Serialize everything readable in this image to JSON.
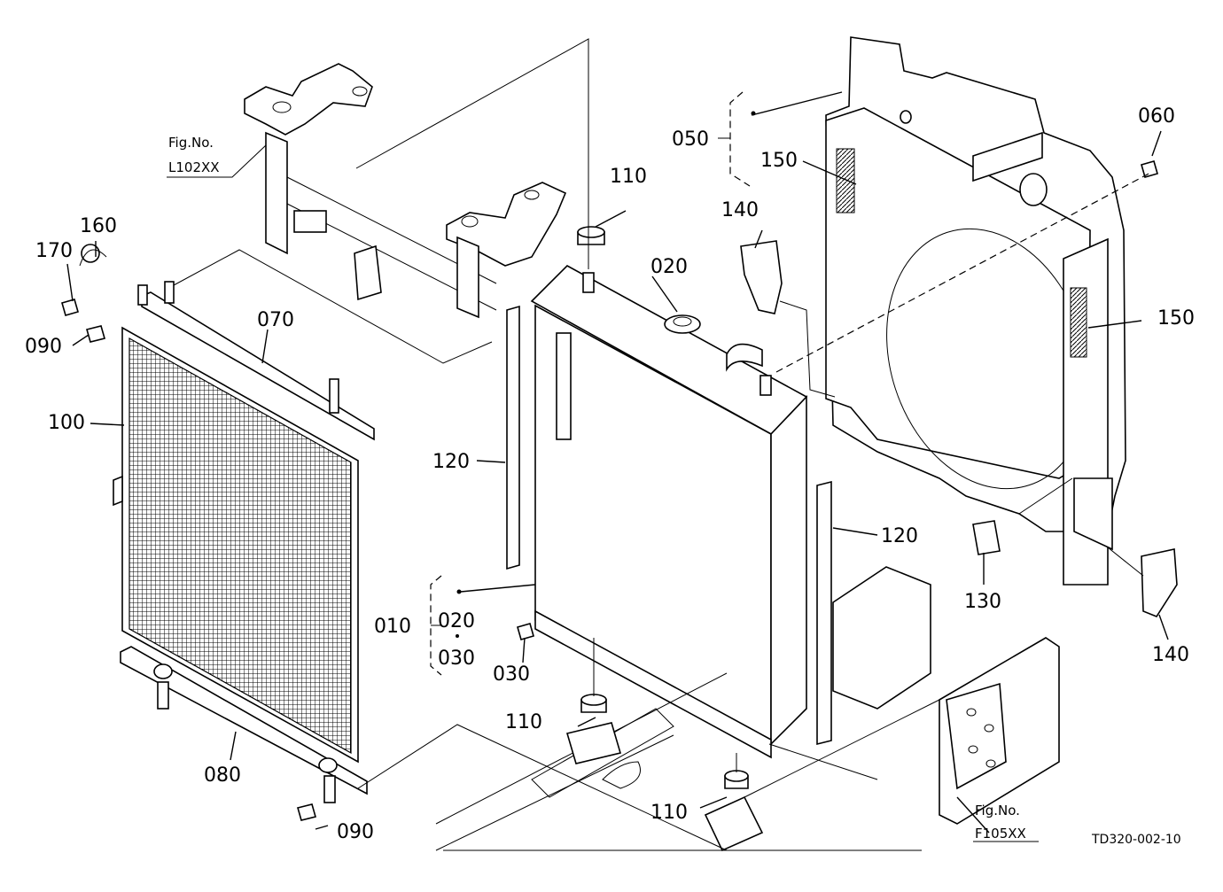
{
  "figure_refs": {
    "top": {
      "label": "Fig.No.",
      "code": "L102XX"
    },
    "bottom": {
      "label": "Fig.No.",
      "code": "F105XX"
    }
  },
  "drawing_code": "TD320-002-10",
  "callouts": {
    "c010": "010",
    "c020_cap": "020",
    "c020_group": "020",
    "c030_group": "030",
    "c030_bolt": "030",
    "c050": "050",
    "c060": "060",
    "c070": "070",
    "c080": "080",
    "c090_top": "090",
    "c090_bottom": "090",
    "c100": "100",
    "c110_top": "110",
    "c110_mid": "110",
    "c110_bottom": "110",
    "c120_left": "120",
    "c120_right": "120",
    "c130": "130",
    "c140_top": "140",
    "c140_bottom": "140",
    "c150_top": "150",
    "c150_right": "150",
    "c160": "160",
    "c170": "170"
  }
}
